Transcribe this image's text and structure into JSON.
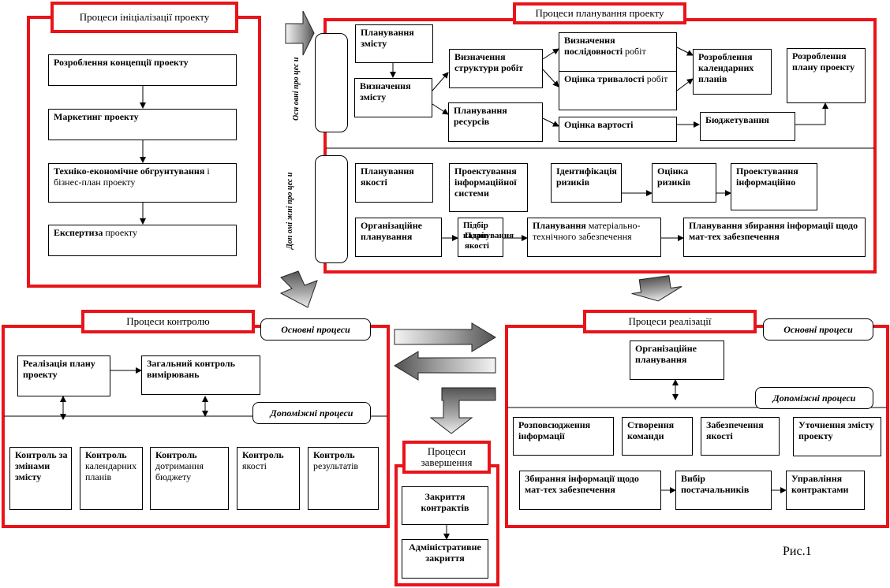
{
  "sections": {
    "initiation": {
      "title": "Процеси ініціалізації проекту",
      "boxes": [
        {
          "bold": "Розроблення концепції проекту",
          "normal": ""
        },
        {
          "bold": "Маркетинг проекту",
          "normal": ""
        },
        {
          "bold": "Техніко-економічне обгрунтування",
          "normal": " і бізнес-план проекту"
        },
        {
          "bold": "Експертиза",
          "normal": " проекту"
        }
      ]
    },
    "planning": {
      "title": "Процеси планування проекту",
      "main_label": "Осн овні про цес и",
      "aux_label": "Доп омі жні про цес и",
      "main_boxes": {
        "scope_planning": "Планування змісту",
        "scope_definition": "Визначення змісту",
        "wbs": "Визначення структури робіт",
        "resource_planning": "Планування ресурсів",
        "sequence_bold": "Визначення послідовності",
        "sequence_normal": " робіт",
        "duration_bold": "Оцінка тривалості",
        "duration_normal": " робіт",
        "cost_estimation": "Оцінка вартості",
        "schedule": "Розроблення календарних планів",
        "budgeting": "Бюджетування",
        "plan": "Розроблення плану проекту"
      },
      "aux_boxes": {
        "quality_planning": "Планування якості",
        "info_systems": "Проектування інформаційної системи",
        "risk_identification": "Ідентифікація ризиків",
        "risk_assessment": "Оцінка ризиків",
        "info_design": "Проектування інформаційно",
        "org_planning": "Організаційне планування",
        "staff_selection": "Підбір кадрів",
        "quality_planning_2": "Планування якості",
        "logistics_bold": "Планування",
        "logistics_normal": " матеріально-технічного забезпечення",
        "info_gathering": "Планування збирання інформації щодо мат-тех забезпечення"
      }
    },
    "control": {
      "title": "Процеси контролю",
      "main_label": "Основні процеси",
      "aux_label": "Допоміжні процеси",
      "main_boxes": {
        "plan_execution": "Реалізація плану проекту",
        "general_control": "Загальний контроль вимірювань"
      },
      "aux_boxes": [
        {
          "bold": "Контроль за змінами змісту",
          "normal": ""
        },
        {
          "bold": "Контроль",
          "normal": " календарних планів"
        },
        {
          "bold": "Контроль",
          "normal": " дотримання бюджету"
        },
        {
          "bold": "Контроль",
          "normal": " якості"
        },
        {
          "bold": "Контроль",
          "normal": " результатів"
        }
      ]
    },
    "execution": {
      "title": "Процеси реалізації",
      "main_label": "Основні процеси",
      "aux_label": "Допоміжні процеси",
      "main_boxes": {
        "org_planning": "Організаційне планування"
      },
      "aux_boxes": {
        "info_distribution": "Розповсюдження інформації",
        "team_building": "Створення команди",
        "quality_assurance": "Забезпечення якості",
        "scope_verification": "Уточнення змісту проекту",
        "info_gathering": "Збирання інформації щодо мат-тех забезпечення",
        "supplier_selection": "Вибір постачальників",
        "contract_management": "Управління контрактами"
      }
    },
    "closing": {
      "title": "Процеси завершення",
      "boxes": {
        "contract_closure": "Закриття контрактів",
        "admin_closure": "Адміністративне закриття"
      }
    }
  },
  "figure_caption": "Рис.1"
}
